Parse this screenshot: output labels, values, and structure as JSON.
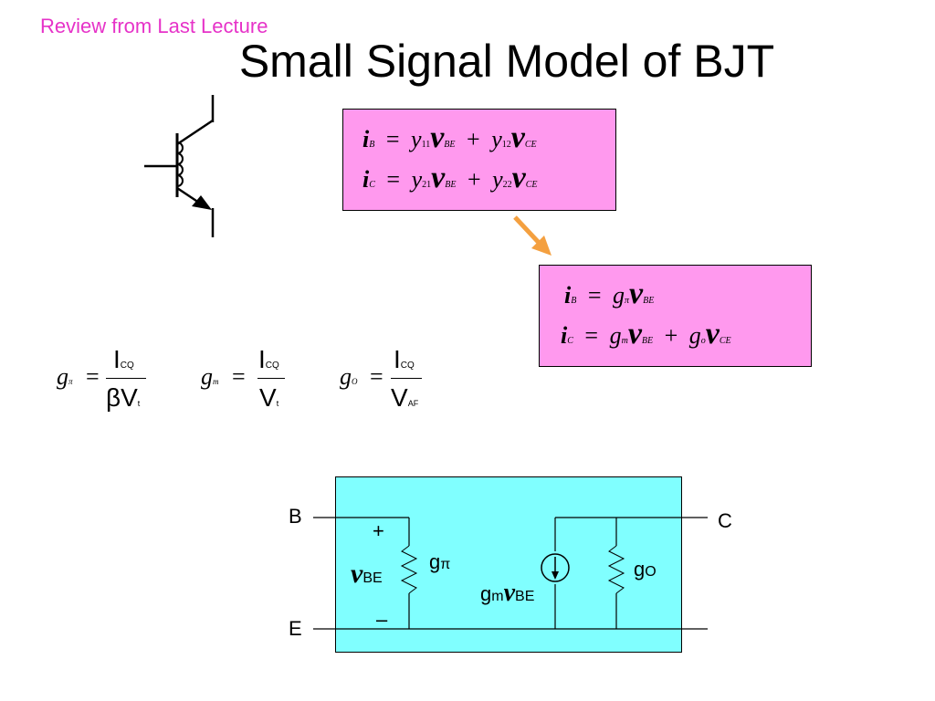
{
  "header": {
    "review": "Review from Last Lecture",
    "title": "Small Signal Model of BJT"
  },
  "colors": {
    "review": "#e632c8",
    "pink": "#ff99ee",
    "cyan": "#80ffff",
    "arrow": "#f4a040"
  },
  "y_params": {
    "eq1": {
      "lhs": "i",
      "lhs_sub": "B",
      "eq": "=",
      "t1": "y",
      "t1_sub": "11",
      "v1": "v",
      "v1_sub": "BE",
      "plus": "+",
      "t2": "y",
      "t2_sub": "12",
      "v2": "v",
      "v2_sub": "CE"
    },
    "eq2": {
      "lhs": "i",
      "lhs_sub": "C",
      "eq": "=",
      "t1": "y",
      "t1_sub": "21",
      "v1": "v",
      "v1_sub": "BE",
      "plus": "+",
      "t2": "y",
      "t2_sub": "22",
      "v2": "v",
      "v2_sub": "CE"
    }
  },
  "g_params": {
    "eq1": {
      "lhs": "i",
      "lhs_sub": "B",
      "eq": "=",
      "g": "g",
      "g_sub": "π",
      "v": "v",
      "v_sub": "BE"
    },
    "eq2": {
      "lhs": "i",
      "lhs_sub": "C",
      "eq": "=",
      "g": "g",
      "g_sub": "m",
      "v": "v",
      "v_sub": "BE",
      "plus": "+",
      "g2": "g",
      "g2_sub": "o",
      "v2": "v",
      "v2_sub": "CE"
    }
  },
  "formulas": {
    "gpi": {
      "lhs": "g",
      "lhs_sub": "π",
      "eq": "=",
      "num": "I",
      "num_sub": "CQ",
      "den": "βV",
      "den_sub": "t"
    },
    "gm": {
      "lhs": "g",
      "lhs_sub": "m",
      "eq": "=",
      "num": "I",
      "num_sub": "CQ",
      "den": "V",
      "den_sub": "t"
    },
    "go": {
      "lhs": "g",
      "lhs_sub": "O",
      "eq": "=",
      "num": "I",
      "num_sub": "CQ",
      "den": "V",
      "den_sub": "AF"
    }
  },
  "circuit": {
    "b": "B",
    "c": "C",
    "e": "E",
    "plus": "+",
    "minus": "–",
    "vbe": "v",
    "vbe_sub": "BE",
    "gpi": "g",
    "gpi_sub": "π",
    "gm": "g",
    "gm_sub": "m",
    "gm_v": "v",
    "gm_v_sub": "BE",
    "go": "g",
    "go_sub": "O"
  }
}
